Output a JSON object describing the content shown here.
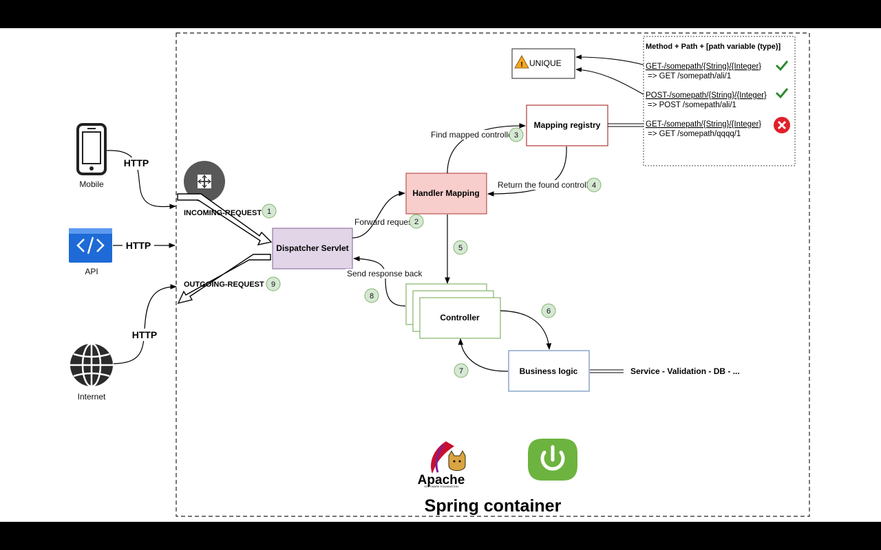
{
  "clients": {
    "mobile": "Mobile",
    "api": "API",
    "internet": "Internet",
    "http": "HTTP"
  },
  "flow": {
    "incoming": "INCOMING-REQUEST",
    "outgoing": "OUTGOING-REQUEST",
    "forward": "Forward request",
    "find_mapped": "Find mapped controller",
    "return_found": "Return the found controller",
    "send_back": "Send response back"
  },
  "nodes": {
    "dispatcher": "Dispatcher Servlet",
    "handler": "Handler Mapping",
    "registry": "Mapping registry",
    "controller": "Controller",
    "business": "Business logic",
    "unique": "UNIQUE",
    "service_chain": "Service - Validation - DB - ..."
  },
  "steps": [
    "1",
    "2",
    "3",
    "4",
    "5",
    "6",
    "7",
    "8",
    "9"
  ],
  "rules": {
    "title": "Method + Path + [path variable (type)]",
    "items": [
      {
        "pattern": "GET-/somepath/{String}/{Integer}",
        "example": "=> GET /somepath/ali/1",
        "status": "valid"
      },
      {
        "pattern": "POST-/somepath/{String}/{Integer}",
        "example": "=> POST /somepath/ali/1",
        "status": "valid"
      },
      {
        "pattern": "GET-/somepath/{String}/{Integer}",
        "example": "=> GET /somepath/qqqq/1",
        "status": "invalid"
      }
    ]
  },
  "logos": {
    "apache": "Apache",
    "apache_sub": "SOFTWARE FOUNDATION"
  },
  "footer": "Spring container",
  "colors": {
    "dispatcher": "#e1d5e7",
    "handler": "#f8cecc",
    "registry_border": "#b85450",
    "controller_border": "#82b366",
    "business_border": "#6c8ebf",
    "step_fill": "#d5e8d4",
    "step_border": "#82b366",
    "api_blue": "#1e6ad6",
    "spring_green": "#6db33f",
    "check_green": "#2e8b2e",
    "cross_red": "#e0202a"
  }
}
